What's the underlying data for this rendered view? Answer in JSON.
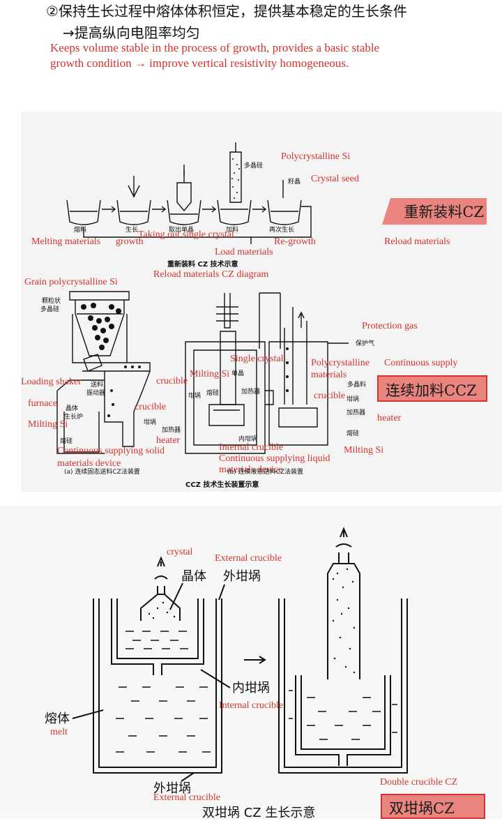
{
  "header": {
    "zh_line1": "②保持生长过程中熔体体积恒定，提供基本稳定的生长条件",
    "zh_line2": "→提高纵向电阻率均匀",
    "en_line1": "Keeps volume stable in the process of growth, provides a basic stable",
    "en_line2": "growth condition → improve vertical resistivity homogeneous."
  },
  "fig1": {
    "zh_polysi": "多晶硅",
    "en_polysi": "Polycrystalline Si",
    "zh_seed": "籽晶",
    "en_seed": "Crystal seed",
    "zh_steps": [
      "熔料",
      "生长",
      "取出单晶",
      "加料",
      "再次生长"
    ],
    "en_melting": "Melting materials",
    "en_growth": "growth",
    "en_taking": "Taking out single crystal",
    "en_load": "Load materials",
    "en_regrowth": "Re-growth",
    "en_reload": "Reload materials",
    "zh_caption": "重新装料 CZ 技术示意",
    "en_caption": "Reload materials CZ diagram",
    "badge": "重新装料CZ"
  },
  "fig2": {
    "en_grain": "Grain polycrystalline Si",
    "zh_grain1": "颗粒状",
    "zh_grain2": "多晶硅",
    "zh_feed": "送料",
    "zh_shaker": "振动器",
    "en_shaker": "Loading shaker",
    "en_crucible_a": "crucible",
    "zh_furnace1": "晶体",
    "zh_furnace2": "生长炉",
    "en_furnace": "furnace",
    "en_crucible_b": "crucible",
    "zh_crucible": "坩埚",
    "en_milting_a": "Milting Si",
    "zh_melt_a": "熔硅",
    "en_heater_a": "heater",
    "en_cont_solid1": "Continuous supplying  solid",
    "en_cont_solid2": "materials device",
    "zh_caption_a": "(a) 连续固态送料CZ法装置",
    "zh_single": "单晶",
    "en_single": "Single crystal",
    "en_milting_b": "Milting Si",
    "zh_melt_b": "熔硅",
    "zh_heater_b": "加热器",
    "zh_crucible_b": "坩埚",
    "zh_heater_b2": "加热器",
    "zh_inner": "内坩埚",
    "en_inner": "Internal crucible",
    "en_cont_liquid1": "Continuous supplying  liquid",
    "en_cont_liquid2": "materials device",
    "zh_caption_b": "(b) 连续液态送料CZ法装置",
    "en_protect": "Protection gas",
    "zh_protect": "保护气",
    "en_poly": "Polycrystalline",
    "en_materials": "materials",
    "zh_poly": "多晶料",
    "en_crucible_c": "crucible",
    "zh_crucible_c": "坩埚",
    "zh_heater_c": "加热器",
    "en_heater_c": "heater",
    "zh_melt_c": "熔硅",
    "en_milting_c": "Milting Si",
    "en_cont_supply": "Continuous supply",
    "zh_caption": "CCZ 技术生长装置示意",
    "badge": "连续加料CCZ"
  },
  "fig3": {
    "en_crystal": "crystal",
    "zh_crystal": "晶体",
    "en_external_top": "External crucible",
    "zh_external_top": "外坩埚",
    "zh_inner": "内坩埚",
    "en_inner": "Internal crucible",
    "zh_melt": "熔体",
    "en_melt": "melt",
    "zh_external_bottom": "外坩埚",
    "en_external_bottom": "External crucible",
    "zh_caption": "双坩埚 CZ 生长示意",
    "en_double": "Double crucible CZ",
    "badge": "双坩埚CZ"
  }
}
